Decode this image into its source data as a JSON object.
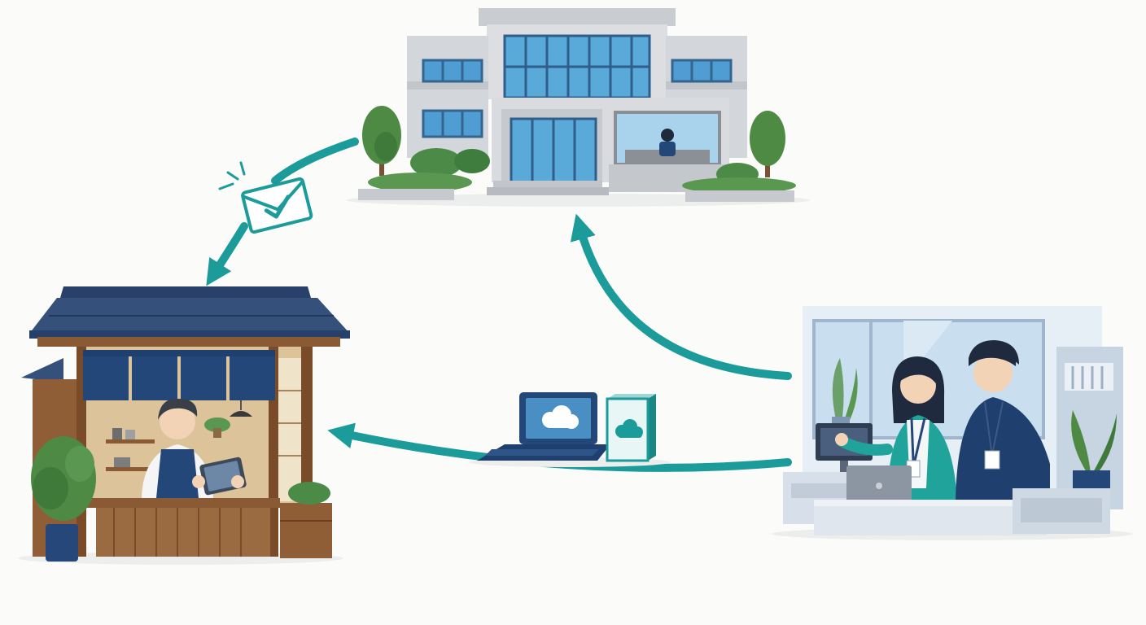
{
  "colors": {
    "background": "#fbfbf9",
    "arrow": "#1b9b9a",
    "navy": "#1f3f6e",
    "building_gray": "#d6d8dc",
    "glass": "#5ba6d6",
    "wood": "#8a5a34",
    "plant": "#3f7d44"
  },
  "nodes": [
    {
      "id": "government-office",
      "icon": "office-building-icon"
    },
    {
      "id": "shop",
      "icon": "wooden-shop-icon"
    },
    {
      "id": "it-support-office",
      "icon": "office-staff-icon"
    }
  ],
  "flows": [
    {
      "from": "government-office",
      "to": "shop",
      "icon": "envelope-check-icon"
    },
    {
      "from": "it-support-office",
      "to": "shop",
      "icon": "laptop-cloud-software-icon"
    },
    {
      "from": "it-support-office",
      "to": "government-office",
      "icon": "arrow-up-icon"
    }
  ]
}
